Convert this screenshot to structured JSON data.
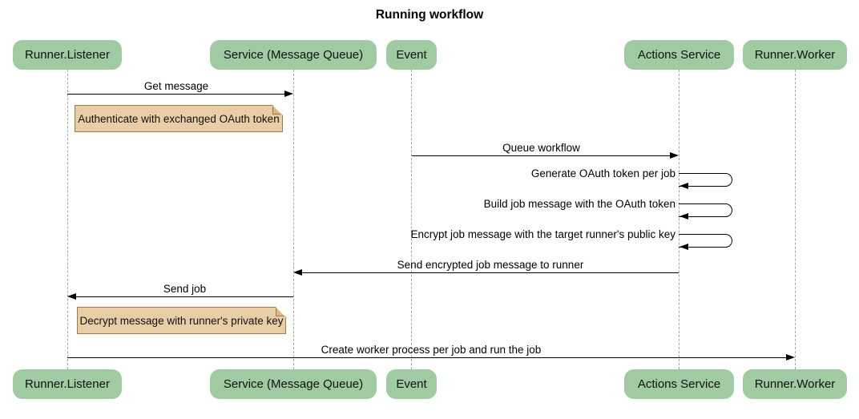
{
  "title": "Running workflow",
  "diagram_type": "sequence",
  "colors": {
    "background": "#ffffff",
    "actor_fill": "#9fcaa2",
    "actor_text": "#111111",
    "note_fill": "#e9cda7",
    "note_border": "#9e7a45",
    "message_line": "#000000",
    "lifeline": "#a6a6a6"
  },
  "participants": [
    {
      "id": "runner-listener",
      "label": "Runner.Listener"
    },
    {
      "id": "service-message-queue",
      "label": "Service (Message Queue)"
    },
    {
      "id": "event",
      "label": "Event"
    },
    {
      "id": "actions-service",
      "label": "Actions Service"
    },
    {
      "id": "runner-worker",
      "label": "Runner.Worker"
    }
  ],
  "messages": [
    {
      "type": "arrow",
      "from": "Runner.Listener",
      "to": "Service (Message Queue)",
      "direction": "right",
      "label": "Get message"
    },
    {
      "type": "note",
      "over": "Runner.Listener",
      "label": "Authenticate with exchanged OAuth token"
    },
    {
      "type": "arrow",
      "from": "Event",
      "to": "Actions Service",
      "direction": "right",
      "label": "Queue workflow"
    },
    {
      "type": "self",
      "on": "Actions Service",
      "label": "Generate OAuth token per job"
    },
    {
      "type": "self",
      "on": "Actions Service",
      "label": "Build job message with the OAuth token"
    },
    {
      "type": "self",
      "on": "Actions Service",
      "label": "Encrypt job message with the target runner's public key"
    },
    {
      "type": "arrow",
      "from": "Actions Service",
      "to": "Service (Message Queue)",
      "direction": "left",
      "label": "Send encrypted job message to runner"
    },
    {
      "type": "arrow",
      "from": "Service (Message Queue)",
      "to": "Runner.Listener",
      "direction": "left",
      "label": "Send job"
    },
    {
      "type": "note",
      "over": "Runner.Listener",
      "label": "Decrypt message with runner's private key"
    },
    {
      "type": "arrow",
      "from": "Runner.Listener",
      "to": "Runner.Worker",
      "direction": "right",
      "label": "Create worker process per job and run the job"
    }
  ]
}
